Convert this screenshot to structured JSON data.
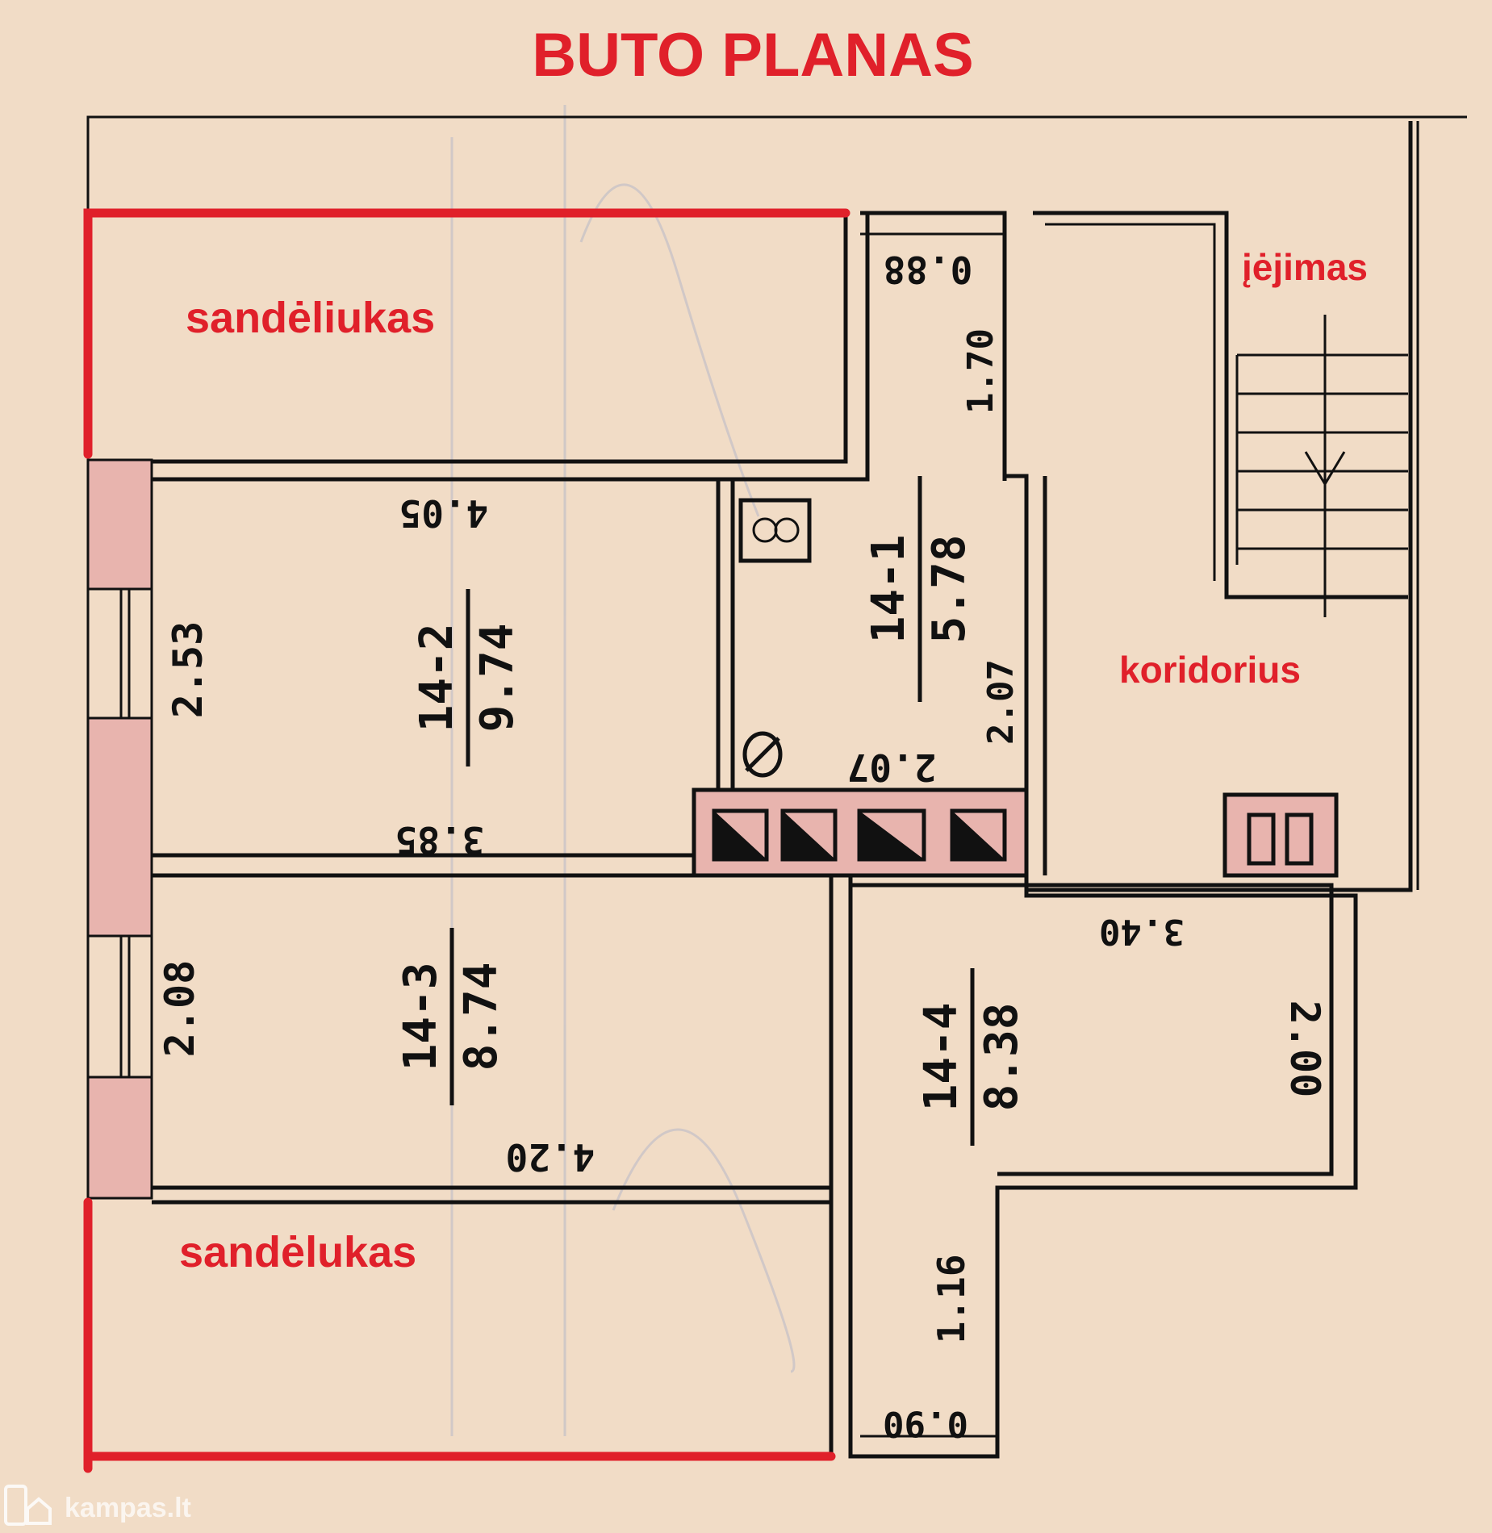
{
  "title": "BUTO PLANAS",
  "labels": {
    "storage_top": "sandėliukas",
    "storage_bottom": "sandėlukas",
    "entrance": "įėjimas",
    "corridor": "koridorius"
  },
  "rooms": [
    {
      "id": "14-2",
      "area": "9.74"
    },
    {
      "id": "14-1",
      "area": "5.78"
    },
    {
      "id": "14-3",
      "area": "8.74"
    },
    {
      "id": "14-4",
      "area": "8.38"
    }
  ],
  "dimensions": {
    "r2_top": "4.05",
    "r2_side": "2.53",
    "r2_bottom": "3.85",
    "k_top": "0.88",
    "k_side": "1.70",
    "k_bottom": "2.07",
    "k_side2": "2.07",
    "r3_side": "2.08",
    "r3_bottom": "4.20",
    "r4_top": "3.40",
    "r4_side": "2.00",
    "r4_hall": "1.16",
    "r4_hall_bottom": "0.90"
  },
  "watermark": "kampas.lt",
  "colors": {
    "annotation": "#e0202a",
    "paper": "#f1dcc6",
    "chimney": "#e8b4ae"
  }
}
